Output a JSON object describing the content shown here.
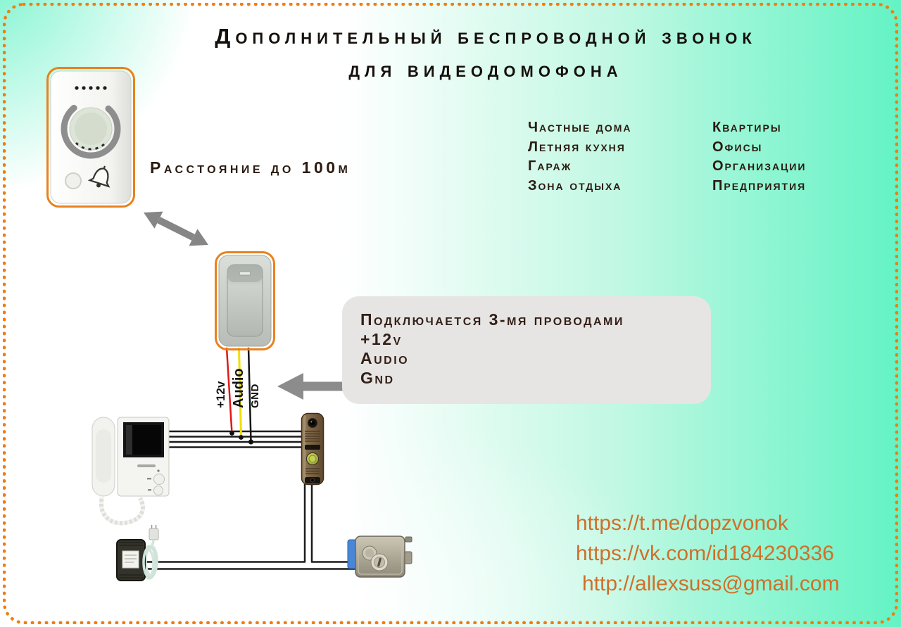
{
  "title": {
    "line1": "Дополнительный беспроводной звонок",
    "line2": "для видеодомофона"
  },
  "distance_label": "Расстояние до 100м",
  "locations": {
    "column1": [
      "Частные дома",
      "Летняя кухня",
      "Гараж",
      "Зона отдыха"
    ],
    "column2": [
      "Квартиры",
      "Офисы",
      "Организации",
      "Предприятия"
    ]
  },
  "callout": {
    "title": "Подключается 3-мя проводами",
    "wires": [
      "+12v",
      "Audio",
      "Gnd"
    ]
  },
  "wire_labels": {
    "power": "+12v",
    "audio": "Audio",
    "ground": "GND"
  },
  "links": {
    "telegram": "https://t.me/dopzvonok",
    "vk": "https://vk.com/id184230336",
    "email": "http://allexsuss@gmail.com"
  },
  "colors": {
    "accent_orange": "#e8821c",
    "border_orange": "#ee7d14",
    "link_orange": "#d06f28",
    "background_green": "#63f3c4",
    "callout_gray": "#e6e5e3",
    "arrow_gray": "#8c8c8c",
    "wire_red": "#e01818",
    "wire_yellow": "#f0df00",
    "wire_black": "#1c1c1c",
    "panel_bronze": "#7a6142",
    "lock_blue": "#4a86d8"
  }
}
